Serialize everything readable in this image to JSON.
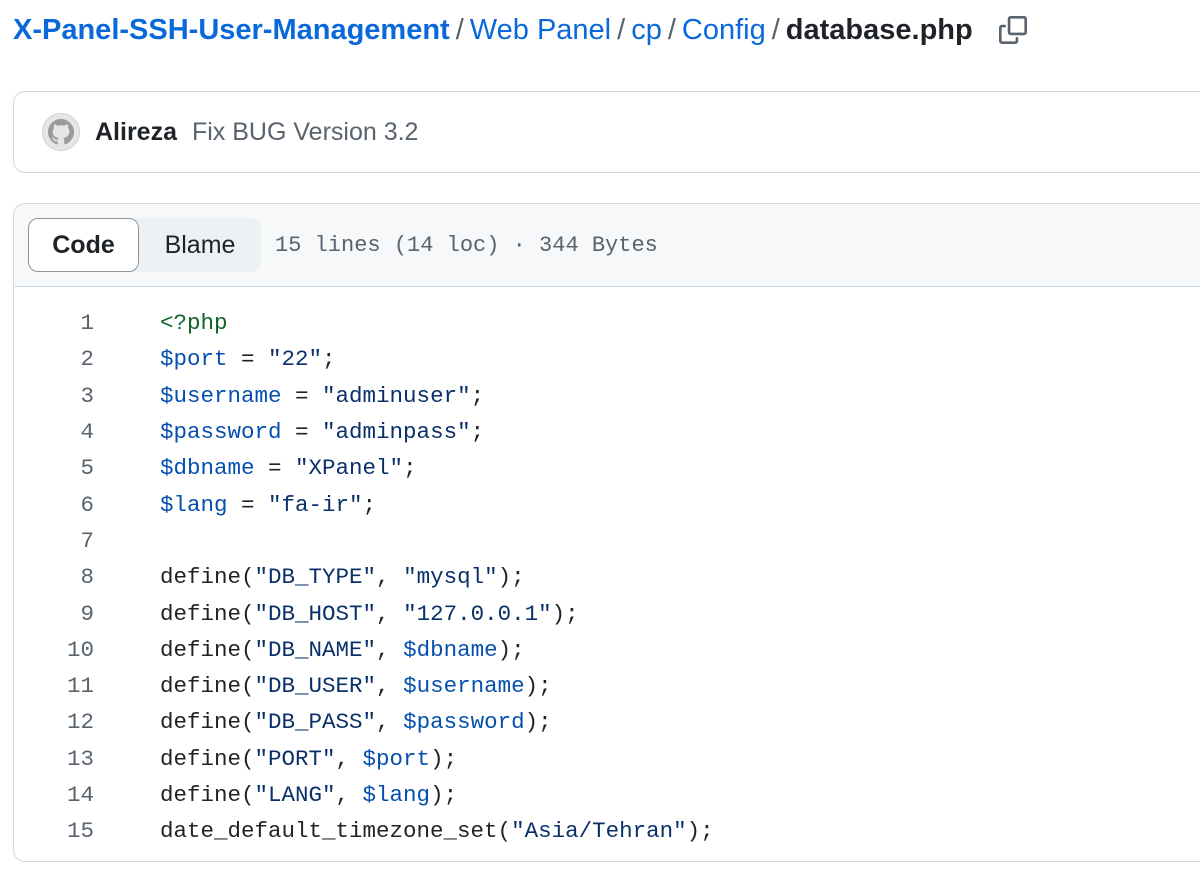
{
  "breadcrumb": {
    "repo": "X-Panel-SSH-User-Management",
    "path": [
      "Web Panel",
      "cp",
      "Config"
    ],
    "separator": "/",
    "file": "database.php"
  },
  "commit": {
    "author": "Alireza",
    "message": "Fix BUG Version 3.2"
  },
  "file_header": {
    "tabs": [
      "Code",
      "Blame"
    ],
    "active_tab": "Code",
    "meta": "15 lines (14 loc) · 344 Bytes"
  },
  "colors": {
    "link": "#0969da",
    "php_tag": "#116329",
    "string": "#0a3069",
    "variable": "#0550ae",
    "text": "#1f2328",
    "muted": "#59636e"
  },
  "code_lines": [
    {
      "n": "1",
      "tokens": [
        {
          "t": "<?php",
          "k": "tag"
        }
      ]
    },
    {
      "n": "2",
      "tokens": [
        {
          "t": "$port",
          "k": "var"
        },
        {
          "t": " = ",
          "k": "plain"
        },
        {
          "t": "\"22\"",
          "k": "str"
        },
        {
          "t": ";",
          "k": "plain"
        }
      ]
    },
    {
      "n": "3",
      "tokens": [
        {
          "t": "$username",
          "k": "var"
        },
        {
          "t": " = ",
          "k": "plain"
        },
        {
          "t": "\"adminuser\"",
          "k": "str"
        },
        {
          "t": ";",
          "k": "plain"
        }
      ]
    },
    {
      "n": "4",
      "tokens": [
        {
          "t": "$password",
          "k": "var"
        },
        {
          "t": " = ",
          "k": "plain"
        },
        {
          "t": "\"adminpass\"",
          "k": "str"
        },
        {
          "t": ";",
          "k": "plain"
        }
      ]
    },
    {
      "n": "5",
      "tokens": [
        {
          "t": "$dbname",
          "k": "var"
        },
        {
          "t": " = ",
          "k": "plain"
        },
        {
          "t": "\"XPanel\"",
          "k": "str"
        },
        {
          "t": ";",
          "k": "plain"
        }
      ]
    },
    {
      "n": "6",
      "tokens": [
        {
          "t": "$lang",
          "k": "var"
        },
        {
          "t": " = ",
          "k": "plain"
        },
        {
          "t": "\"fa-ir\"",
          "k": "str"
        },
        {
          "t": ";",
          "k": "plain"
        }
      ]
    },
    {
      "n": "7",
      "tokens": []
    },
    {
      "n": "8",
      "tokens": [
        {
          "t": "define(",
          "k": "plain"
        },
        {
          "t": "\"DB_TYPE\"",
          "k": "str"
        },
        {
          "t": ", ",
          "k": "plain"
        },
        {
          "t": "\"mysql\"",
          "k": "str"
        },
        {
          "t": ");",
          "k": "plain"
        }
      ]
    },
    {
      "n": "9",
      "tokens": [
        {
          "t": "define(",
          "k": "plain"
        },
        {
          "t": "\"DB_HOST\"",
          "k": "str"
        },
        {
          "t": ", ",
          "k": "plain"
        },
        {
          "t": "\"127.0.0.1\"",
          "k": "str"
        },
        {
          "t": ");",
          "k": "plain"
        }
      ]
    },
    {
      "n": "10",
      "tokens": [
        {
          "t": "define(",
          "k": "plain"
        },
        {
          "t": "\"DB_NAME\"",
          "k": "str"
        },
        {
          "t": ", ",
          "k": "plain"
        },
        {
          "t": "$dbname",
          "k": "var"
        },
        {
          "t": ");",
          "k": "plain"
        }
      ]
    },
    {
      "n": "11",
      "tokens": [
        {
          "t": "define(",
          "k": "plain"
        },
        {
          "t": "\"DB_USER\"",
          "k": "str"
        },
        {
          "t": ", ",
          "k": "plain"
        },
        {
          "t": "$username",
          "k": "var"
        },
        {
          "t": ");",
          "k": "plain"
        }
      ]
    },
    {
      "n": "12",
      "tokens": [
        {
          "t": "define(",
          "k": "plain"
        },
        {
          "t": "\"DB_PASS\"",
          "k": "str"
        },
        {
          "t": ", ",
          "k": "plain"
        },
        {
          "t": "$password",
          "k": "var"
        },
        {
          "t": ");",
          "k": "plain"
        }
      ]
    },
    {
      "n": "13",
      "tokens": [
        {
          "t": "define(",
          "k": "plain"
        },
        {
          "t": "\"PORT\"",
          "k": "str"
        },
        {
          "t": ", ",
          "k": "plain"
        },
        {
          "t": "$port",
          "k": "var"
        },
        {
          "t": ");",
          "k": "plain"
        }
      ]
    },
    {
      "n": "14",
      "tokens": [
        {
          "t": "define(",
          "k": "plain"
        },
        {
          "t": "\"LANG\"",
          "k": "str"
        },
        {
          "t": ", ",
          "k": "plain"
        },
        {
          "t": "$lang",
          "k": "var"
        },
        {
          "t": ");",
          "k": "plain"
        }
      ]
    },
    {
      "n": "15",
      "tokens": [
        {
          "t": "date_default_timezone_set(",
          "k": "plain"
        },
        {
          "t": "\"Asia/Tehran\"",
          "k": "str"
        },
        {
          "t": ");",
          "k": "plain"
        }
      ]
    }
  ]
}
